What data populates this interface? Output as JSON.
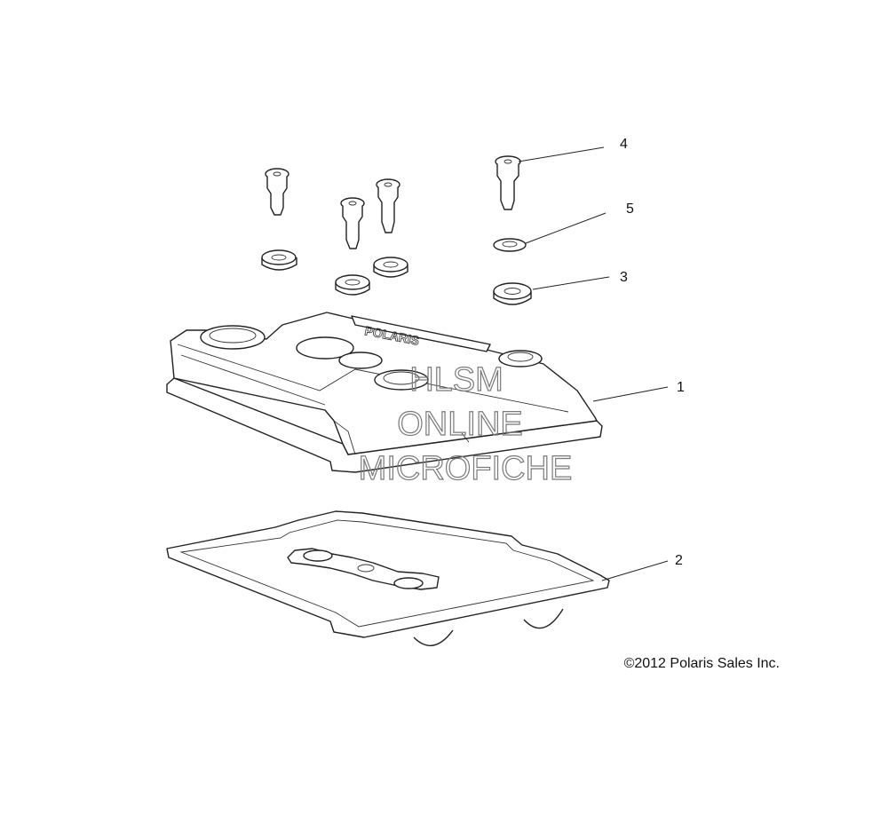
{
  "callouts": [
    {
      "id": "1",
      "label": "1"
    },
    {
      "id": "2",
      "label": "2"
    },
    {
      "id": "3",
      "label": "3"
    },
    {
      "id": "4",
      "label": "4"
    },
    {
      "id": "5",
      "label": "5"
    }
  ],
  "watermark": {
    "line1": "HLSM",
    "line2": "ONLINE",
    "line3": "MICROFICHE"
  },
  "cover_embossing": "POLARIS",
  "copyright": "©2012 Polaris Sales Inc."
}
